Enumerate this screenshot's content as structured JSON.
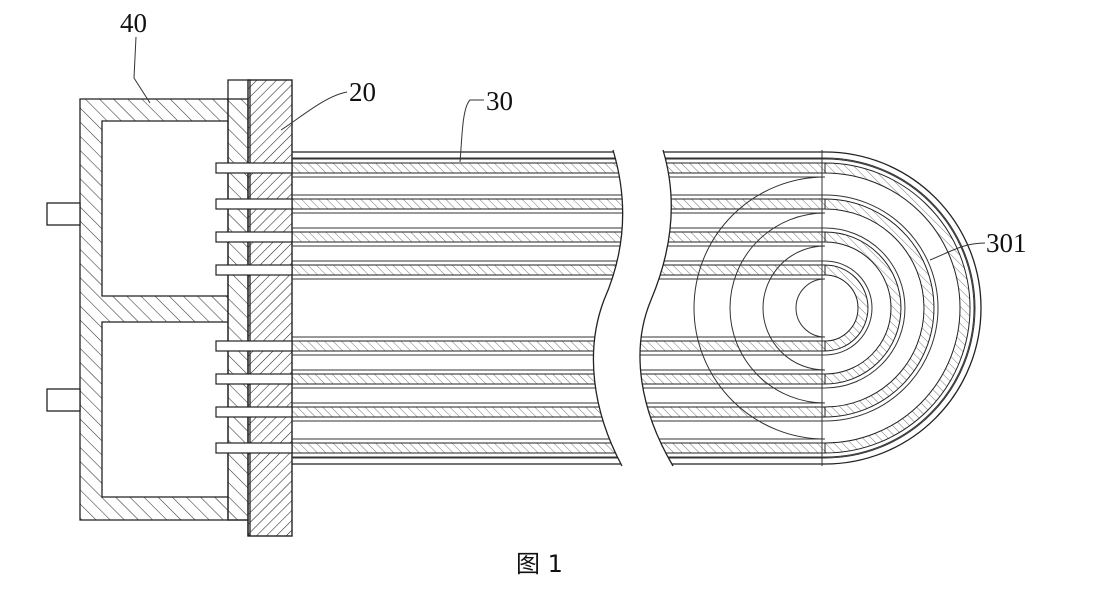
{
  "figure": {
    "caption": "图 1",
    "labels": {
      "header": "40",
      "tube_sheet": "20",
      "tube_bundle": "30",
      "u_bend": "301"
    }
  },
  "colors": {
    "line": "#222222",
    "background": "#ffffff"
  }
}
